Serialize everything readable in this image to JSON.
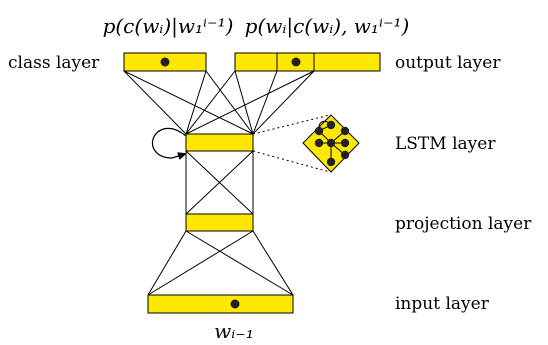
{
  "formulas": {
    "class_prob": "p(c(wᵢ)|w₁ⁱ⁻¹)",
    "output_prob": "p(wᵢ|c(wᵢ), w₁ⁱ⁻¹)",
    "input_word": "wᵢ₋₁"
  },
  "labels": {
    "class_layer": "class layer",
    "output_layer": "output layer",
    "lstm_layer": "LSTM layer",
    "projection_layer": "projection layer",
    "input_layer": "input layer"
  },
  "colors": {
    "layer_fill": "#FFE800",
    "node": "#222222",
    "line": "#000000"
  }
}
